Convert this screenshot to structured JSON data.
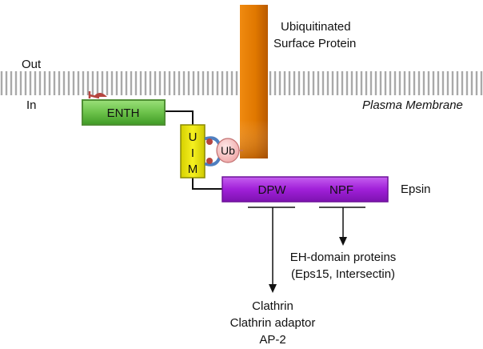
{
  "labels": {
    "out": "Out",
    "in": "In",
    "plasma_membrane": "Plasma Membrane",
    "surface_protein_line1": "Ubiquitinated",
    "surface_protein_line2": "Surface Protein",
    "epsin": "Epsin",
    "eh_line1": "EH-domain proteins",
    "eh_line2": "(Eps15, Intersectin)",
    "clathrin_line1": "Clathrin",
    "clathrin_line2": "Clathrin adaptor",
    "clathrin_line3": "AP-2"
  },
  "domains": {
    "enth": "ENTH",
    "uim_letters": [
      "U",
      "I",
      "M"
    ],
    "ub": "Ub",
    "dpw": "DPW",
    "npf": "NPF"
  },
  "colors": {
    "membrane": "#a9a9a9",
    "enth_fill": "#6cc24a",
    "enth_border": "#4f8f34",
    "uim_fill": "#e8e200",
    "uim_border": "#8a8a00",
    "epsin_fill": "#a020d8",
    "epsin_border": "#6d1199",
    "protein_fill": "#e07800",
    "ub_fill": "#f7c6c6",
    "ub_border": "#c27070",
    "lipid": "#b5453f",
    "binder": "#4f7fc0",
    "line": "#111111"
  }
}
